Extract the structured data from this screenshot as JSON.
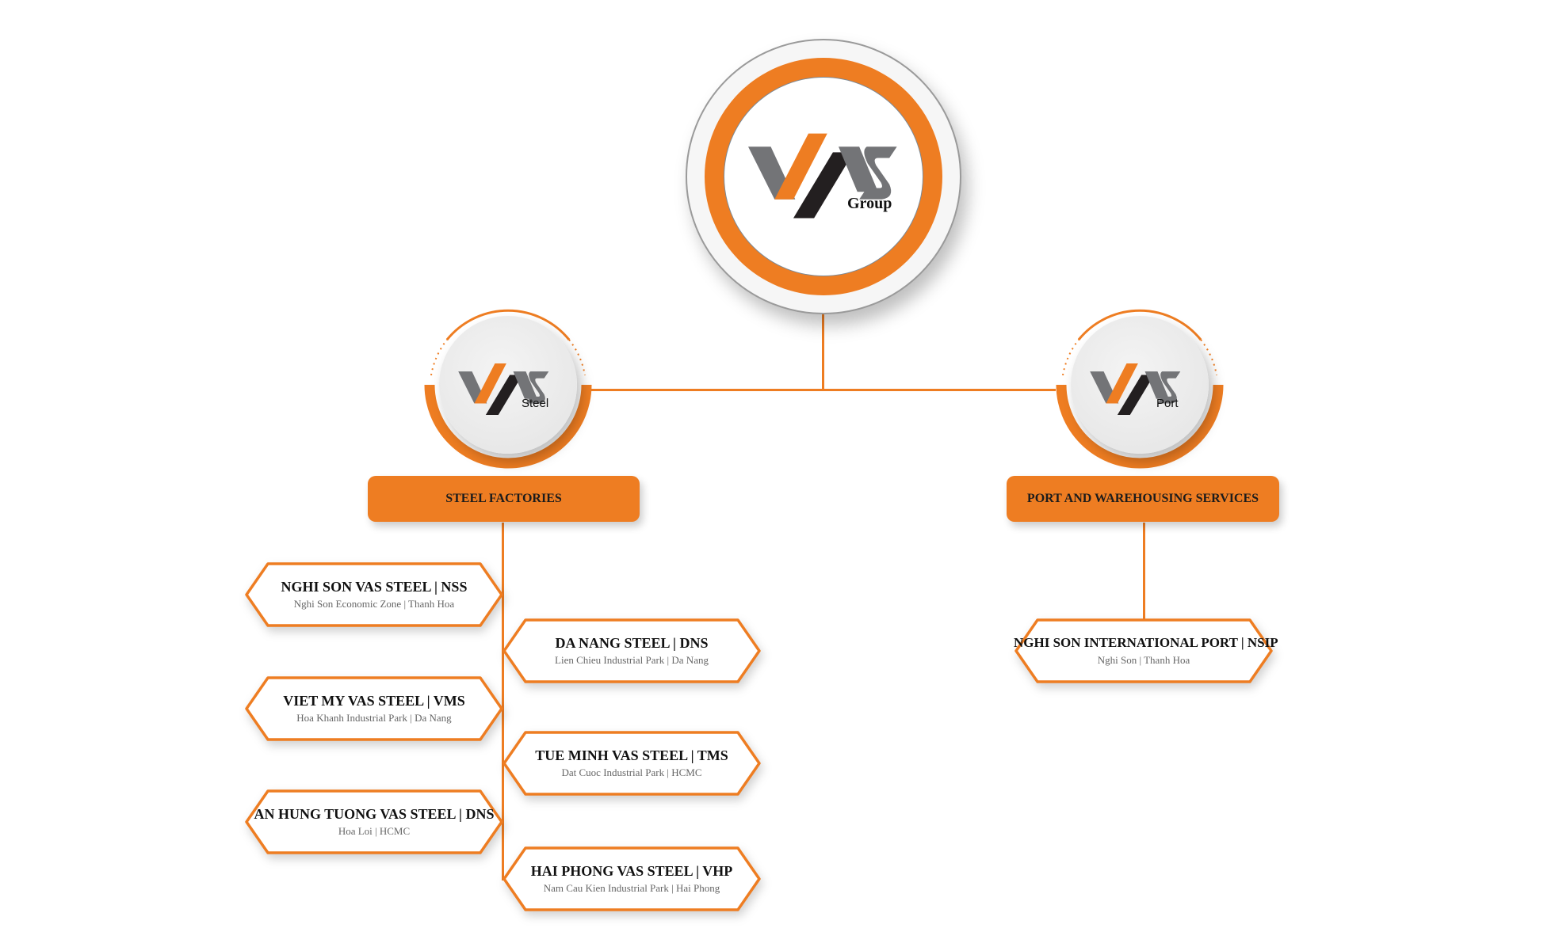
{
  "group": {
    "logo_text": "VAS",
    "label": "Group"
  },
  "divisions": [
    {
      "logo_text": "VAS",
      "label": "Steel",
      "category": "STEEL FACTORIES"
    },
    {
      "logo_text": "VAS",
      "label": "Port",
      "category": "PORT AND WAREHOUSING SERVICES"
    }
  ],
  "steel_factories": [
    {
      "name": "NGHI SON VAS STEEL | NSS",
      "location": "Nghi Son Economic Zone | Thanh Hoa"
    },
    {
      "name": "DA NANG STEEL | DNS",
      "location": "Lien Chieu Industrial Park | Da Nang"
    },
    {
      "name": "VIET MY VAS STEEL | VMS",
      "location": "Hoa Khanh Industrial Park | Da Nang"
    },
    {
      "name": "TUE MINH VAS STEEL | TMS",
      "location": "Dat Cuoc Industrial Park | HCMC"
    },
    {
      "name": "AN HUNG TUONG VAS STEEL | DNS",
      "location": "Hoa Loi | HCMC"
    },
    {
      "name": "HAI PHONG VAS STEEL | VHP",
      "location": "Nam Cau Kien Industrial Park | Hai Phong"
    }
  ],
  "ports": [
    {
      "name": "NGHI SON INTERNATIONAL PORT | NSIP",
      "location": "Nghi Son | Thanh Hoa"
    }
  ],
  "colors": {
    "accent": "#ee7d22",
    "logo_gray": "#737477",
    "logo_black": "#231f20"
  }
}
